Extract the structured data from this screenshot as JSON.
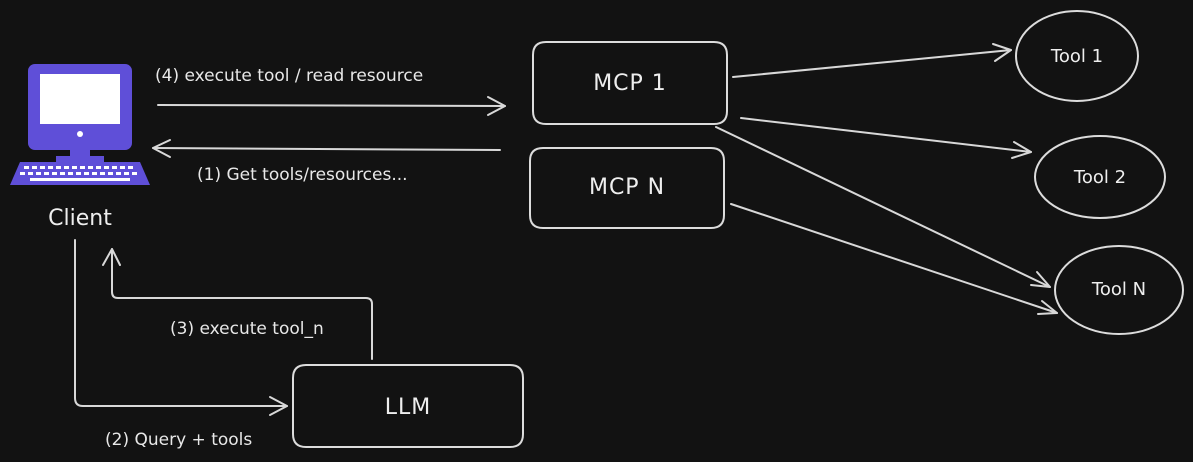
{
  "client": {
    "label": "Client",
    "colors": {
      "monitor": "#5f4fd8",
      "screen": "#ffffff",
      "keys": "#ffffff"
    }
  },
  "nodes": {
    "mcp1": "MCP 1",
    "mcpn": "MCP N",
    "llm": "LLM"
  },
  "tools": {
    "tool1": "Tool 1",
    "tool2": "Tool 2",
    "tooln": "Tool N"
  },
  "edges": {
    "execute_tool": "(4) execute tool / read resource",
    "get_tools": "(1) Get tools/resources...",
    "query_tools": "(2) Query + tools",
    "execute_tool_n": "(3) execute tool_n"
  },
  "colors": {
    "background": "#121212",
    "stroke": "#d8d8d8",
    "text": "#e8e8e8"
  }
}
